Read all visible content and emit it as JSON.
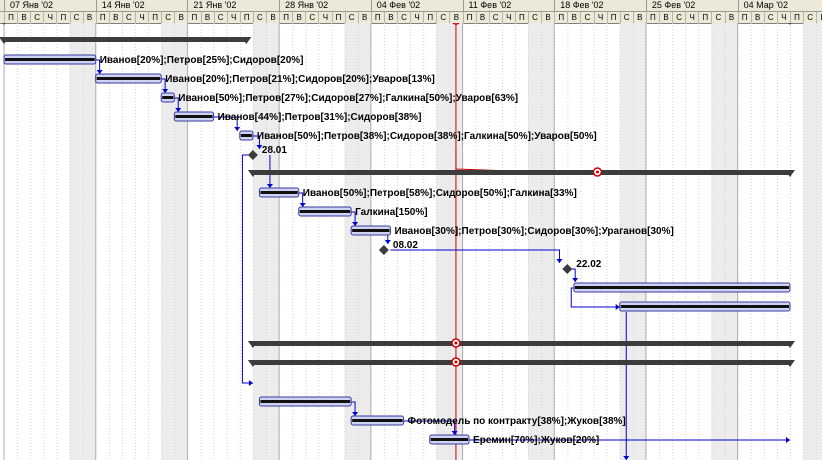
{
  "timescale": {
    "weeks": [
      "07 Янв '02",
      "14 Янв '02",
      "21 Янв '02",
      "28 Янв '02",
      "04 Фев '02",
      "11 Фев '02",
      "18 Фев '02",
      "25 Фев '02",
      "04 Мар '02"
    ],
    "day_letters": [
      "П",
      "В",
      "С",
      "Ч",
      "П",
      "С",
      "В"
    ]
  },
  "colors": {
    "summary_bar": "#3c3c3c",
    "task_bar": "#3a3aa0",
    "task_fill": "#cfd3f3",
    "link": "#0000cc",
    "status_line": "#cc0000",
    "weekend": "#ececec"
  },
  "rows": [
    {
      "type": "summary",
      "start": 0,
      "end": 60
    },
    {
      "type": "summary",
      "start": 0,
      "end": 18.5
    },
    {
      "type": "task",
      "start": 0,
      "end": 7,
      "label": "Иванов[20%];Петров[25%];Сидоров[20%]"
    },
    {
      "type": "task",
      "start": 7,
      "end": 12,
      "label": "Иванов[20%];Петров[21%];Сидоров[20%];Уваров[13%]"
    },
    {
      "type": "task",
      "start": 12,
      "end": 13,
      "label": "Иванов[50%];Петров[27%];Сидоров[27%];Галкина[50%];Уваров[63%]"
    },
    {
      "type": "task",
      "start": 13,
      "end": 16,
      "label": "Иванов[44%];Петров[31%];Сидоров[38%]"
    },
    {
      "type": "task",
      "start": 18,
      "end": 19,
      "label": "Иванов[50%];Петров[38%];Сидоров[38%];Галкина[50%];Уваров[50%]"
    },
    {
      "type": "milestone",
      "at": 19,
      "label": "28.01"
    },
    {
      "type": "summary",
      "start": 19,
      "end": 60
    },
    {
      "type": "task",
      "start": 19.5,
      "end": 22.5,
      "label": "Иванов[50%];Петров[58%];Сидоров[50%];Галкина[33%]"
    },
    {
      "type": "task",
      "start": 22.5,
      "end": 26.5,
      "label": "Галкина[150%]"
    },
    {
      "type": "task",
      "start": 26.5,
      "end": 29.5,
      "label": "Иванов[30%];Петров[30%];Сидоров[30%];Ураганов[30%]"
    },
    {
      "type": "milestone",
      "at": 29,
      "label": "08.02"
    },
    {
      "type": "milestone",
      "at": 43,
      "label": "22.02"
    },
    {
      "type": "task",
      "start": 43.5,
      "end": 60,
      "label": ""
    },
    {
      "type": "task",
      "start": 47,
      "end": 60,
      "label": ""
    },
    {
      "type": "blank"
    },
    {
      "type": "summary",
      "start": 19,
      "end": 60
    },
    {
      "type": "summary",
      "start": 19,
      "end": 60
    },
    {
      "type": "blank"
    },
    {
      "type": "task",
      "start": 19.5,
      "end": 26.5,
      "label": ""
    },
    {
      "type": "task",
      "start": 26.5,
      "end": 30.5,
      "label": "Фотомодель по контракту[38%];Жуков[38%]"
    },
    {
      "type": "task",
      "start": 32.5,
      "end": 35.5,
      "label": "Еремин[70%];Жуков[20%]"
    }
  ]
}
